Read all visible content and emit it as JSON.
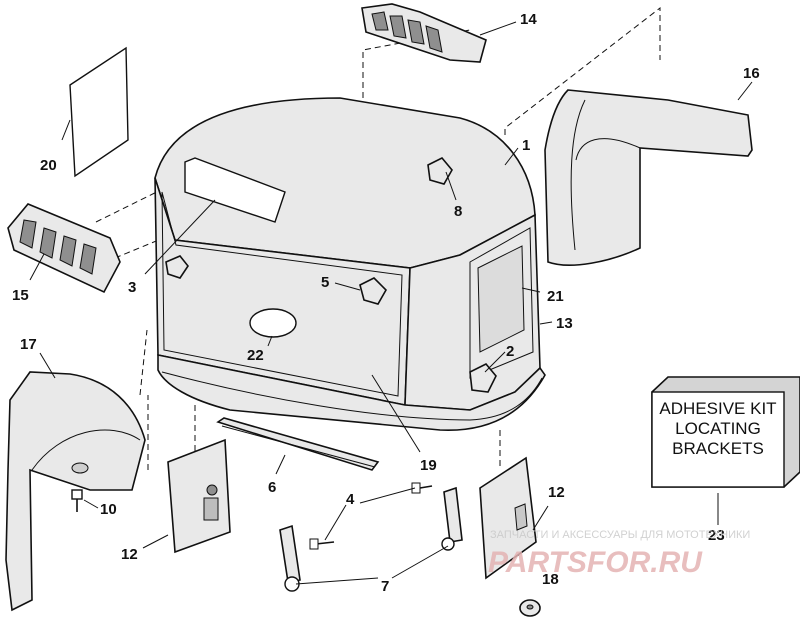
{
  "diagram": {
    "callouts": [
      "1",
      "2",
      "3",
      "4",
      "5",
      "6",
      "7",
      "8",
      "10",
      "12",
      "12",
      "13",
      "14",
      "15",
      "16",
      "17",
      "18",
      "19",
      "20",
      "21",
      "22",
      "23"
    ],
    "kit_box_lines": [
      "ADHESIVE KIT",
      "LOCATING",
      "BRACKETS"
    ],
    "watermark": {
      "caption": "ЗАПЧАСТИ И АКСЕССУАРЫ ДЛЯ МОТОТЕХНИКИ",
      "site": "PARTSFOR.RU"
    }
  }
}
